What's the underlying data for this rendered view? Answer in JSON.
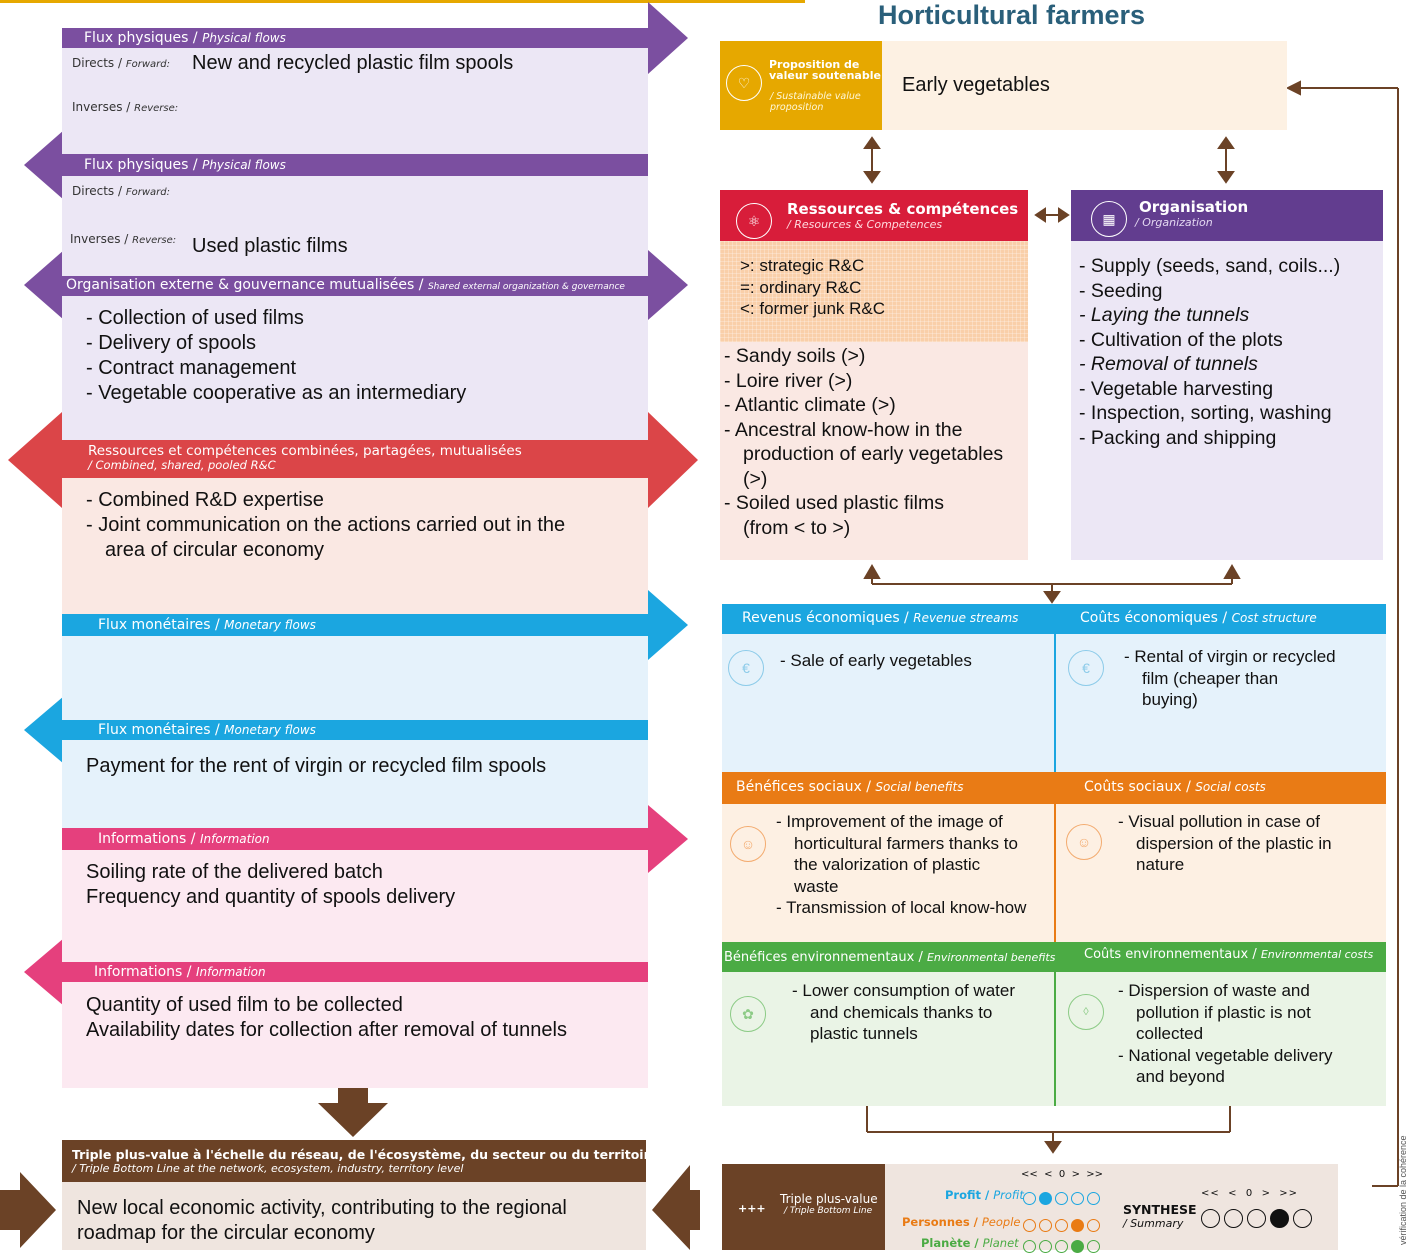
{
  "colors": {
    "purple": "#7b4fa0",
    "purple_bg": "#ece7f5",
    "blue": "#1ba6e0",
    "blue_bg": "#e5f2fb",
    "red": "#db4548",
    "red_bg": "#fae8e3",
    "pink": "#e5407d",
    "pink_bg": "#fce9f1",
    "brown": "#6b4226",
    "brown_bg": "#efe5df",
    "orange": "#e97b15",
    "orange_bg": "#fdf0e3",
    "green": "#4bab44",
    "green_bg": "#eaf4e6",
    "gold": "#e6a800"
  },
  "title": "Horticultural farmers",
  "left": {
    "phys_out": {
      "fr": "Flux physiques / ",
      "en": "Physical flows",
      "directs_fr": "Directs / ",
      "directs_en": "Forward:",
      "directs_val": "New and recycled plastic film spools",
      "inverses_fr": "Inverses / ",
      "inverses_en": "Reverse:"
    },
    "phys_in": {
      "fr": "Flux physiques / ",
      "en": "Physical flows",
      "directs_fr": "Directs / ",
      "directs_en": "Forward:",
      "inverses_fr": "Inverses / ",
      "inverses_en": "Reverse:",
      "inverses_val": "Used plastic films"
    },
    "org": {
      "fr": "Organisation externe & gouvernance mutualisées / ",
      "en": "Shared external organization & governance",
      "items": [
        "- Collection of used films",
        "- Delivery of spools",
        "- Contract management",
        "- Vegetable cooperative as an intermediary"
      ]
    },
    "res": {
      "fr": "Ressources et compétences combinées, partagées, mutualisées",
      "en": "/ Combined, shared, pooled R&C",
      "items": [
        "- Combined R&D expertise",
        "- Joint communication on the actions carried out in the",
        "area of circular economy"
      ]
    },
    "mon_out": {
      "fr": "Flux monétaires / ",
      "en": "Monetary flows"
    },
    "mon_in": {
      "fr": "Flux monétaires / ",
      "en": "Monetary flows",
      "text": "Payment for the rent of virgin or recycled film spools"
    },
    "info_out": {
      "fr": "Informations / ",
      "en": "Information",
      "items": [
        "Soiling rate of the delivered batch",
        "Frequency and quantity of spools delivery"
      ]
    },
    "info_in": {
      "fr": "Informations / ",
      "en": "Information",
      "items": [
        "Quantity of used film to be collected",
        "Availability dates for collection after removal of tunnels"
      ]
    },
    "tbl": {
      "fr": "Triple plus-value à l'échelle du réseau, de l'écosystème, du secteur ou du territoire",
      "en": "/ Triple Bottom Line at the network, ecosystem, industry, territory level",
      "text": [
        "New local economic activity, contributing to the regional",
        "roadmap for the circular economy"
      ]
    }
  },
  "right": {
    "vp": {
      "fr": "Proposition de valeur soutenable",
      "en": "/ Sustainable value proposition",
      "text": "Early vegetables"
    },
    "rc": {
      "title": "Ressources & compétences",
      "sub": "/ Resources & Competences",
      "legend": [
        ">: strategic R&C",
        "=: ordinary R&C",
        "<: former junk R&C"
      ],
      "items": [
        "- Sandy soils (>)",
        "- Loire river (>)",
        "- Atlantic climate (>)",
        "- Ancestral know-how in the",
        "production of early vegetables",
        "(>)",
        "- Soiled used plastic films",
        "(from < to >)"
      ]
    },
    "org": {
      "title": "Organisation",
      "sub": "/ Organization",
      "items": [
        "- Supply (seeds, sand, coils...)",
        "- Seeding",
        "- Laying the tunnels",
        "- Cultivation of the plots",
        "- Removal of tunnels",
        "- Vegetable harvesting",
        "- Inspection, sorting, washing",
        "- Packing and shipping"
      ]
    },
    "rev": {
      "fr": "Revenus économiques / ",
      "en": "Revenue streams",
      "items": [
        "- Sale of early vegetables"
      ]
    },
    "cost": {
      "fr": "Coûts économiques / ",
      "en": "Cost structure",
      "items": [
        "- Rental of virgin or recycled",
        "film (cheaper than",
        "buying)"
      ]
    },
    "sben": {
      "fr": "Bénéfices sociaux / ",
      "en": "Social benefits",
      "items": [
        "- Improvement of the image of",
        "horticultural farmers thanks to",
        "the valorization of plastic",
        "waste",
        "- Transmission of local know-how"
      ]
    },
    "scost": {
      "fr": "Coûts sociaux / ",
      "en": "Social costs",
      "items": [
        "- Visual pollution in case of",
        "dispersion of the plastic in",
        "nature"
      ]
    },
    "eben": {
      "fr": "Bénéfices environnementaux / ",
      "en": "Environmental benefits",
      "items": [
        "- Lower consumption of water",
        "and chemicals thanks to",
        "plastic tunnels"
      ]
    },
    "ecost": {
      "fr": "Coûts environnementaux / ",
      "en": "Environmental costs",
      "items": [
        "- Dispersion of waste and",
        "pollution if plastic is not",
        "collected",
        "- National vegetable delivery",
        "and beyond"
      ]
    },
    "tbl": {
      "plus": "+++",
      "fr": "Triple plus-value",
      "en": "/ Triple Bottom Line",
      "scale": "<<  <  0  >  >>",
      "profit_fr": "Profit / ",
      "profit_en": "Profit",
      "people_fr": "Personnes / ",
      "people_en": "People",
      "planet_fr": "Planète / ",
      "planet_en": "Planet",
      "synth_fr": "SYNTHESE",
      "synth_en": "/ Summary",
      "profit_level": 1,
      "people_level": 3,
      "planet_level": 3,
      "synth_level": 3
    },
    "side": "vérification de la cohérence"
  }
}
